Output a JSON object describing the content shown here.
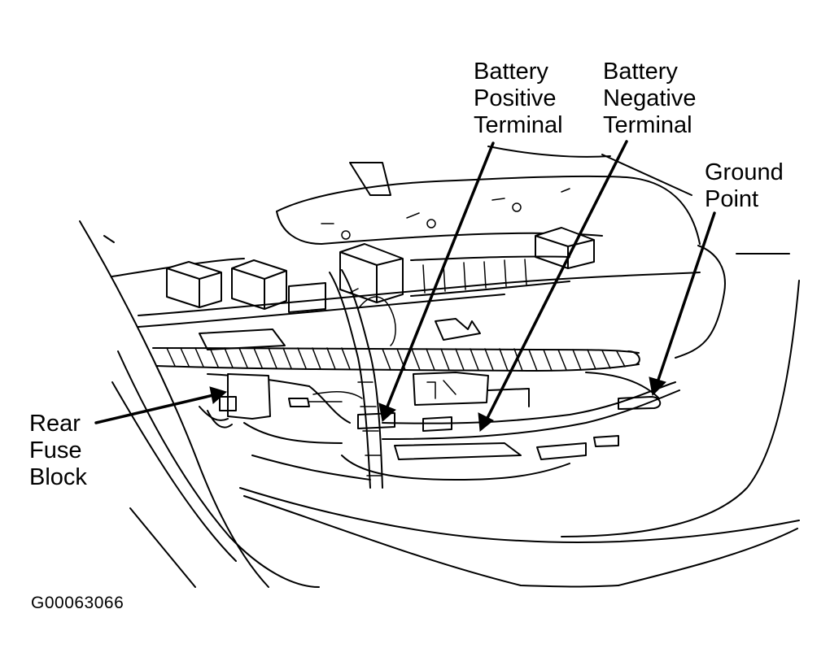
{
  "labels": {
    "battery_positive": [
      "Battery",
      "Positive",
      "Terminal"
    ],
    "battery_negative": [
      "Battery",
      "Negative",
      "Terminal"
    ],
    "ground_point": [
      "Ground",
      "Point"
    ],
    "rear_fuse_block": [
      "Rear",
      "Fuse",
      "Block"
    ]
  },
  "figure_id": "G00063066",
  "colors": {
    "line": "#000000",
    "background": "#ffffff"
  }
}
